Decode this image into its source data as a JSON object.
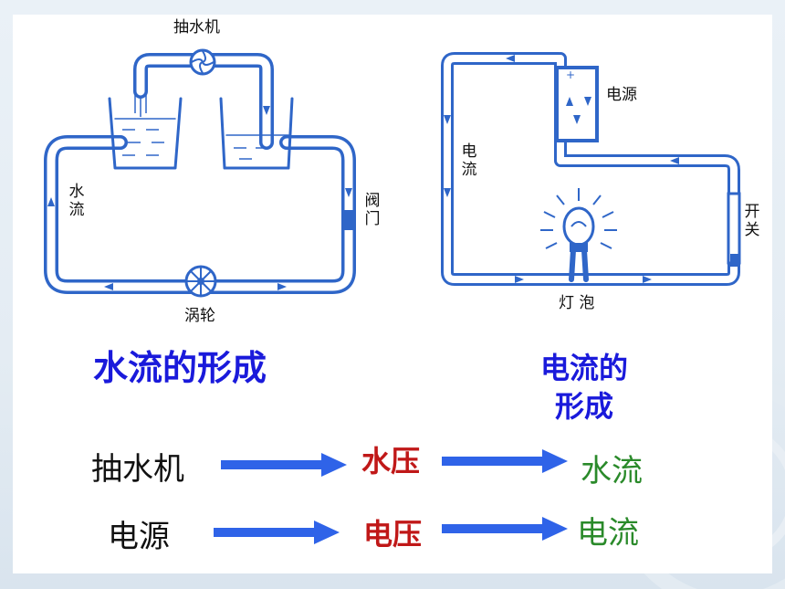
{
  "water_diagram": {
    "pump_label": "抽水机",
    "water_flow_label": "水流",
    "valve_label": "阀门",
    "turbine_label": "涡轮"
  },
  "circuit_diagram": {
    "source_label": "电源",
    "current_label": "电流",
    "switch_label": "开关",
    "bulb_label": "灯 泡"
  },
  "titles": {
    "water_formation": "水流的形成",
    "current_formation_line1": "电流的",
    "current_formation_line2": "形成"
  },
  "analogy": {
    "row1": {
      "cause": "抽水机",
      "middle": "水压",
      "effect": "水流"
    },
    "row2": {
      "cause": "电源",
      "middle": "电压",
      "effect": "电流"
    }
  },
  "colors": {
    "pipe": "#2f66c8",
    "title_blue": "#1a1adb",
    "pressure_red": "#c01818",
    "flow_green": "#2a8a2a",
    "arrow_blue": "#2f63e8"
  }
}
